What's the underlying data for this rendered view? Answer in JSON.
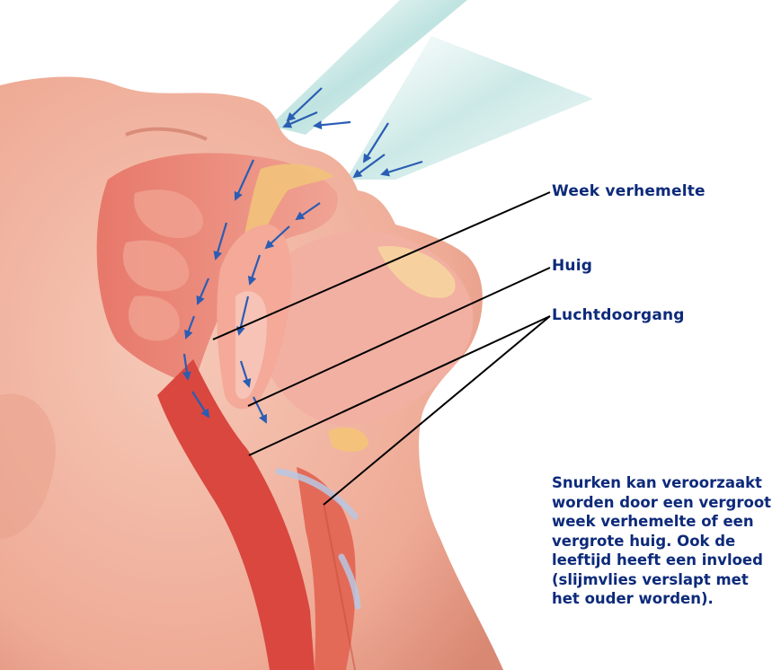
{
  "labels": {
    "soft_palate": "Week verhemelte",
    "uvula": "Huig",
    "airway": "Luchtdoorgang"
  },
  "caption": "Snurken kan veroorzaakt worden door een vergroot week verhemelte of een vergrote huig. Ook de leeftijd heeft een invloed (slijmvlies verslapt met het ouder worden).",
  "colors": {
    "text": "#0d2a7a",
    "arrow": "#2a5db3",
    "leader_line": "#000000",
    "skin": "#f3b9a6",
    "tissue": "#e98a7a",
    "airway": "#d9473f",
    "cartilage": "#f2c27a",
    "airflow": "#bfe3e0"
  }
}
